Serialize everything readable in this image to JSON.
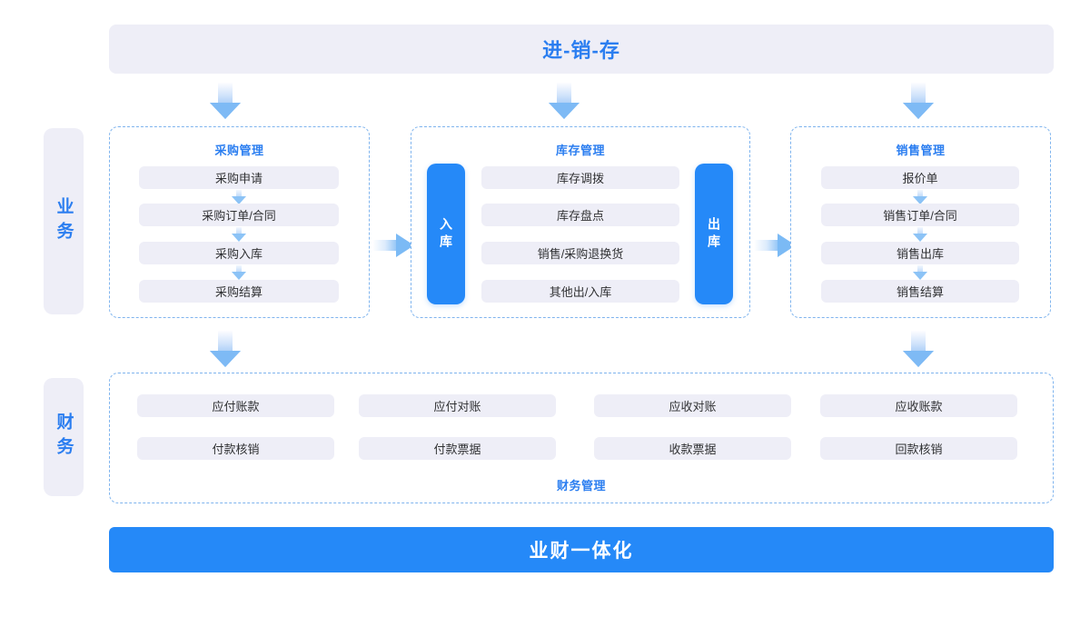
{
  "header": {
    "title": "进-销-存"
  },
  "side_labels": {
    "business": "业务",
    "finance": "财务"
  },
  "arrows": {
    "down_icon": "arrow-down-icon",
    "right_icon": "arrow-right-icon"
  },
  "business": {
    "purchase": {
      "title": "采购管理",
      "steps": [
        "采购申请",
        "采购订单/合同",
        "采购入库",
        "采购结算"
      ]
    },
    "inventory": {
      "title": "库存管理",
      "inbound_label": "入库",
      "outbound_label": "出库",
      "steps": [
        "库存调拨",
        "库存盘点",
        "销售/采购退换货",
        "其他出/入库"
      ]
    },
    "sales": {
      "title": "销售管理",
      "steps": [
        "报价单",
        "销售订单/合同",
        "销售出库",
        "销售结算"
      ]
    }
  },
  "finance": {
    "title": "财务管理",
    "row1": [
      "应付账款",
      "应付对账",
      "应收对账",
      "应收账款"
    ],
    "row2": [
      "付款核销",
      "付款票据",
      "收款票据",
      "回款核销"
    ]
  },
  "footer": {
    "title": "业财一体化"
  },
  "colors": {
    "accent_blue": "#2589f8",
    "title_blue": "#2b7ef0",
    "pill_bg": "#eeeef7",
    "dash_border": "#7fb4ee"
  }
}
